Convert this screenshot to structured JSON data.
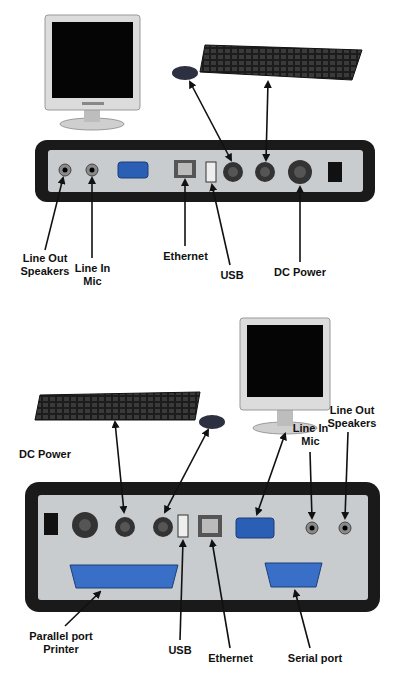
{
  "diagram": {
    "labels": [
      "Line Out Speakers",
      "Line In Mic",
      "Ethernet",
      "USB",
      "DC Power",
      "DC Power",
      "Line In Mic",
      "Line Out Speakers",
      "Parallel port Printer",
      "USB",
      "Ethernet",
      "Serial port"
    ]
  }
}
